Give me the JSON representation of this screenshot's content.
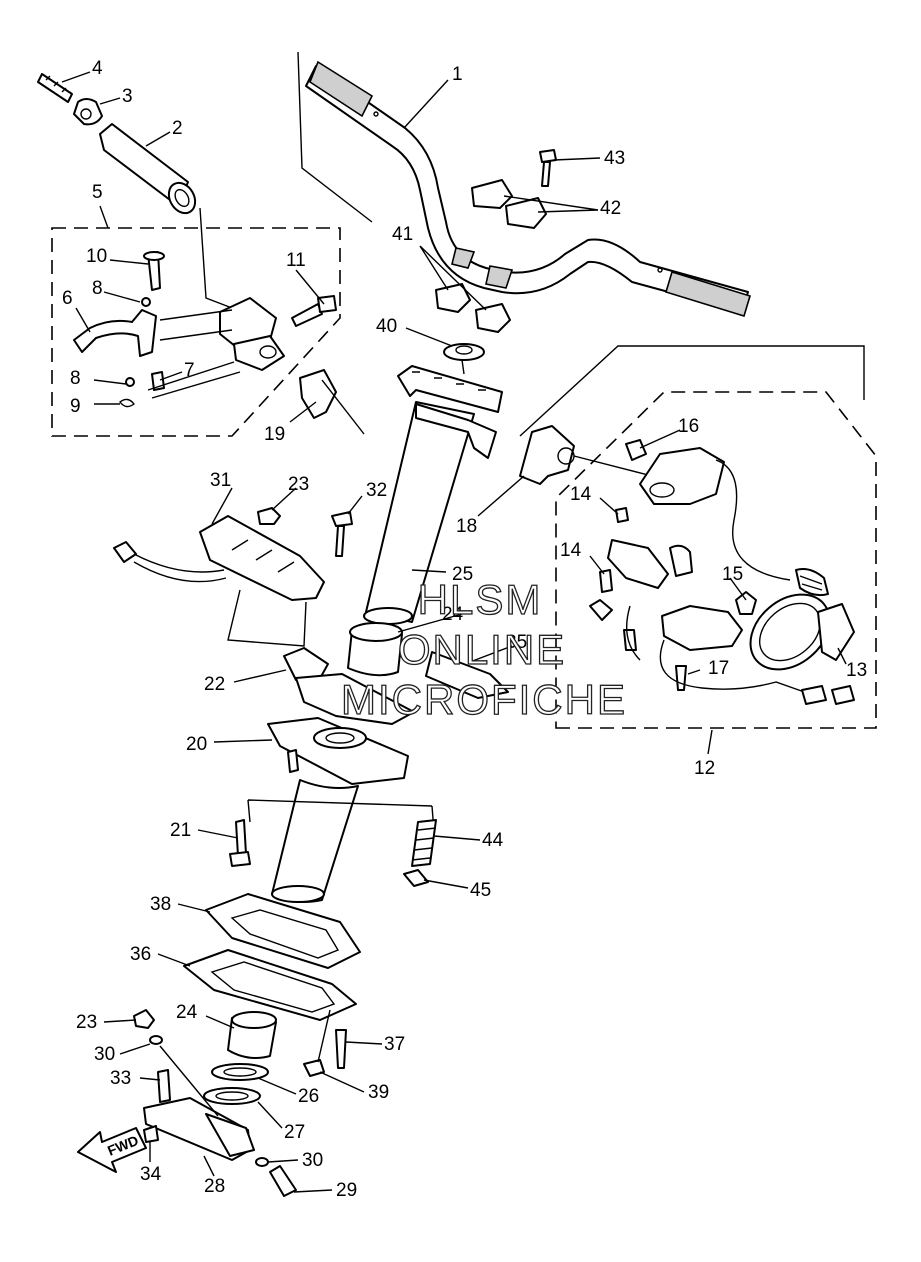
{
  "diagram": {
    "callouts": [
      {
        "id": "c1",
        "text": "1"
      },
      {
        "id": "c2",
        "text": "2"
      },
      {
        "id": "c3",
        "text": "3"
      },
      {
        "id": "c4",
        "text": "4"
      },
      {
        "id": "c5",
        "text": "5"
      },
      {
        "id": "c6",
        "text": "6"
      },
      {
        "id": "c7",
        "text": "7"
      },
      {
        "id": "c8a",
        "text": "8"
      },
      {
        "id": "c8b",
        "text": "8"
      },
      {
        "id": "c9",
        "text": "9"
      },
      {
        "id": "c10",
        "text": "10"
      },
      {
        "id": "c11",
        "text": "11"
      },
      {
        "id": "c12",
        "text": "12"
      },
      {
        "id": "c13",
        "text": "13"
      },
      {
        "id": "c14a",
        "text": "14"
      },
      {
        "id": "c14b",
        "text": "14"
      },
      {
        "id": "c15",
        "text": "15"
      },
      {
        "id": "c16",
        "text": "16"
      },
      {
        "id": "c17",
        "text": "17"
      },
      {
        "id": "c18",
        "text": "18"
      },
      {
        "id": "c19",
        "text": "19"
      },
      {
        "id": "c20",
        "text": "20"
      },
      {
        "id": "c21",
        "text": "21"
      },
      {
        "id": "c22",
        "text": "22"
      },
      {
        "id": "c23a",
        "text": "23"
      },
      {
        "id": "c23b",
        "text": "23"
      },
      {
        "id": "c24a",
        "text": "24"
      },
      {
        "id": "c24b",
        "text": "24"
      },
      {
        "id": "c25",
        "text": "25"
      },
      {
        "id": "c26",
        "text": "26"
      },
      {
        "id": "c27",
        "text": "27"
      },
      {
        "id": "c28",
        "text": "28"
      },
      {
        "id": "c29",
        "text": "29"
      },
      {
        "id": "c30a",
        "text": "30"
      },
      {
        "id": "c30b",
        "text": "30"
      },
      {
        "id": "c31",
        "text": "31"
      },
      {
        "id": "c32",
        "text": "32"
      },
      {
        "id": "c33",
        "text": "33"
      },
      {
        "id": "c34",
        "text": "34"
      },
      {
        "id": "c35",
        "text": "35"
      },
      {
        "id": "c36",
        "text": "36"
      },
      {
        "id": "c37",
        "text": "37"
      },
      {
        "id": "c38",
        "text": "38"
      },
      {
        "id": "c39",
        "text": "39"
      },
      {
        "id": "c40",
        "text": "40"
      },
      {
        "id": "c41",
        "text": "41"
      },
      {
        "id": "c42",
        "text": "42"
      },
      {
        "id": "c43",
        "text": "43"
      },
      {
        "id": "c44",
        "text": "44"
      },
      {
        "id": "c45",
        "text": "45"
      }
    ],
    "watermark": [
      "HLSM",
      "ONLINE",
      "MICROFICHE"
    ],
    "direction_label": "FWD"
  }
}
